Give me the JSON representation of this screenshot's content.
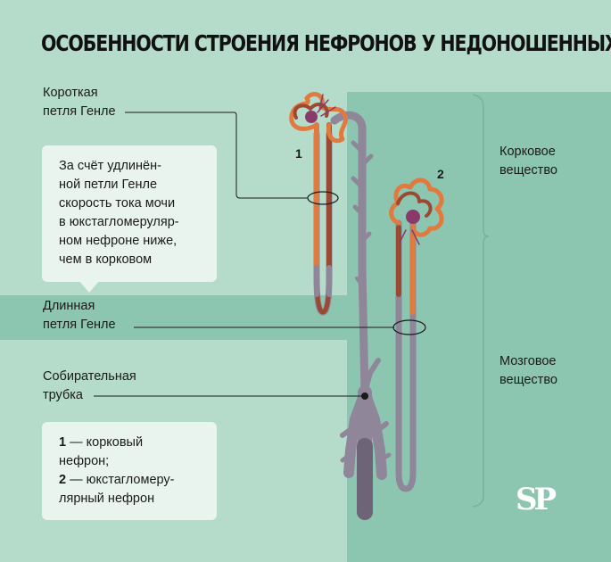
{
  "title": "ОСОБЕННОСТИ СТРОЕНИЯ НЕФРОНОВ У НЕДОНОШЕННЫХ",
  "labels": {
    "short_loop": "Короткая\nпетля Генле",
    "long_loop": "Длинная\nпетля Генле",
    "collecting_duct": "Собирательная\nтрубка",
    "cortex": "Корковое\nвещество",
    "medulla": "Мозговое\nвещество"
  },
  "note": "За счёт удлинён-\nной петли Генле\nскорость тока мочи\nв юкстагломеруляр-\nном нефроне ниже,\nчем в корковом",
  "nephron_numbers": {
    "cortical": "1",
    "juxtamedullary": "2"
  },
  "legend": [
    {
      "key": "1",
      "text": "— корковый\nнефрон;"
    },
    {
      "key": "2",
      "text": "— юкстагломеру-\nлярный нефрон"
    }
  ],
  "logo": "SP",
  "colors": {
    "background": "#b5dccb",
    "panel": "#8dc6b0",
    "card": "#e9f4ef",
    "orange_tubule": "#e07a3e",
    "brown_tubule": "#9a4a32",
    "gray_duct": "#8f8699",
    "glomerulus": "#8a3a6a"
  }
}
